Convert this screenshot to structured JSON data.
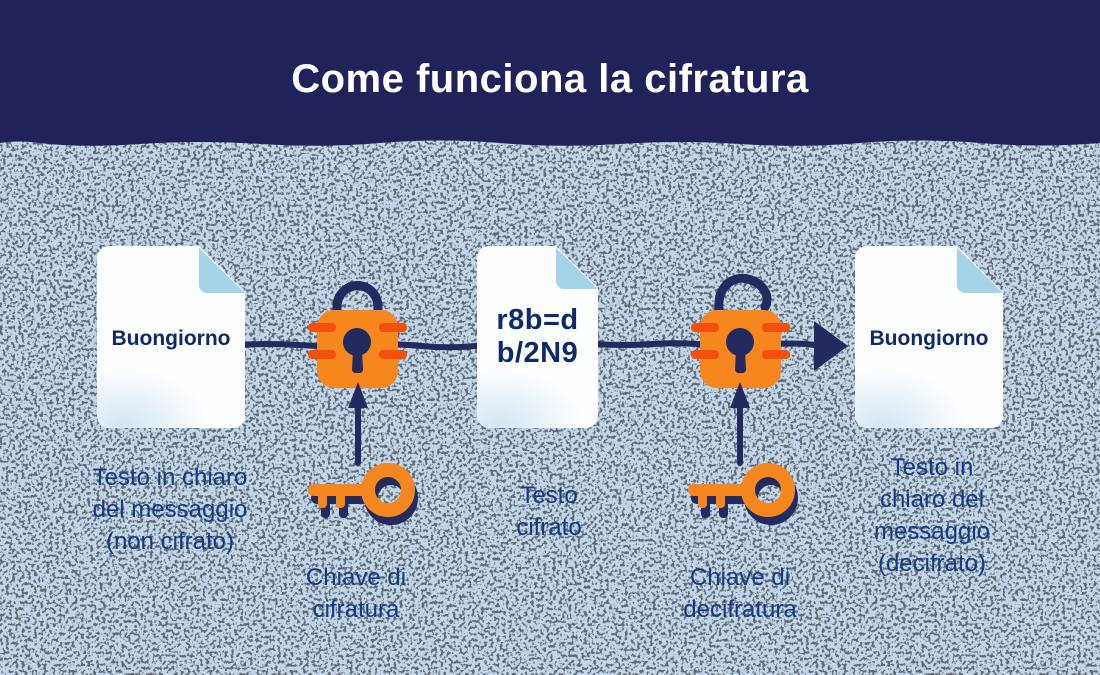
{
  "header": {
    "title": "Come funciona la cifratura"
  },
  "colors": {
    "header_navy": "#21225a",
    "background_blue": "#c2d6ea",
    "icon_navy": "#222a5e",
    "label_text": "#173a7e",
    "doc_text_navy": "#0e2a6d",
    "fold_blue": "#a6d3e8",
    "lock_orange": "#f6871f",
    "lock_stripe_orange_red": "#f4500c",
    "key_orange": "#f6871f"
  },
  "diagram": {
    "plain_doc": {
      "text": "Buongiorno",
      "label": "Testo in chiaro\ndel messaggio\n(non cifrato)"
    },
    "encryption_key": {
      "label": "Chiave di\ncifratura"
    },
    "cipher_doc": {
      "text": "r8b=d\nb/2N9",
      "label": "Testo\ncifrato"
    },
    "decryption_key": {
      "label": "Chiave di\ndecifratura"
    },
    "decrypted_doc": {
      "text": "Buongiorno",
      "label": "Testo in\nchiaro del\nmessaggio\n(decifrato)"
    }
  }
}
